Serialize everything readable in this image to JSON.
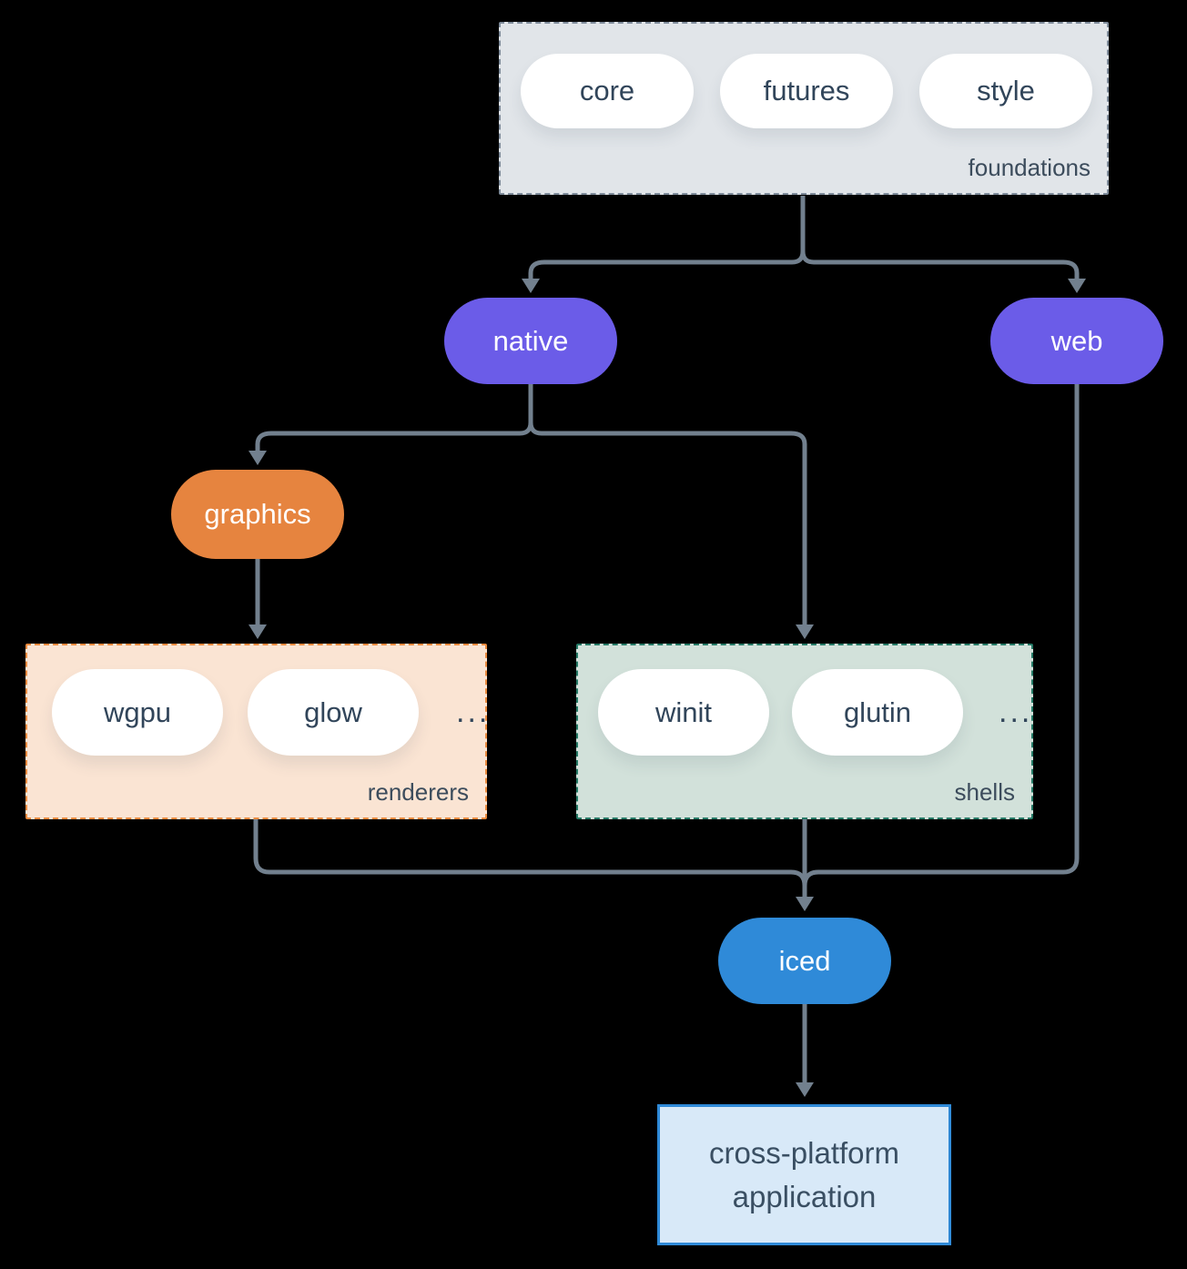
{
  "groups": {
    "foundations": {
      "label": "foundations",
      "items": [
        "core",
        "futures",
        "style"
      ]
    },
    "renderers": {
      "label": "renderers",
      "items": [
        "wgpu",
        "glow"
      ],
      "ellipsis": "..."
    },
    "shells": {
      "label": "shells",
      "items": [
        "winit",
        "glutin"
      ],
      "ellipsis": "..."
    }
  },
  "nodes": {
    "native": "native",
    "web": "web",
    "graphics": "graphics",
    "iced": "iced",
    "application": "cross-platform application"
  },
  "colors": {
    "background": "#000000",
    "arrow": "#72808e",
    "purple_node": "#6b5ce8",
    "orange_node": "#e6843f",
    "blue_node": "#2f8ad8",
    "foundations_bg": "#e1e5e9",
    "foundations_border": "#7e8b9a",
    "renderers_bg": "#fae4d3",
    "renderers_border": "#e98a3e",
    "shells_bg": "#d2e1da",
    "shells_border": "#257a66",
    "application_bg": "#d8e9f8",
    "application_border": "#2f8ad8",
    "pill_text": "#31455a",
    "label_text": "#3c4c5c"
  }
}
